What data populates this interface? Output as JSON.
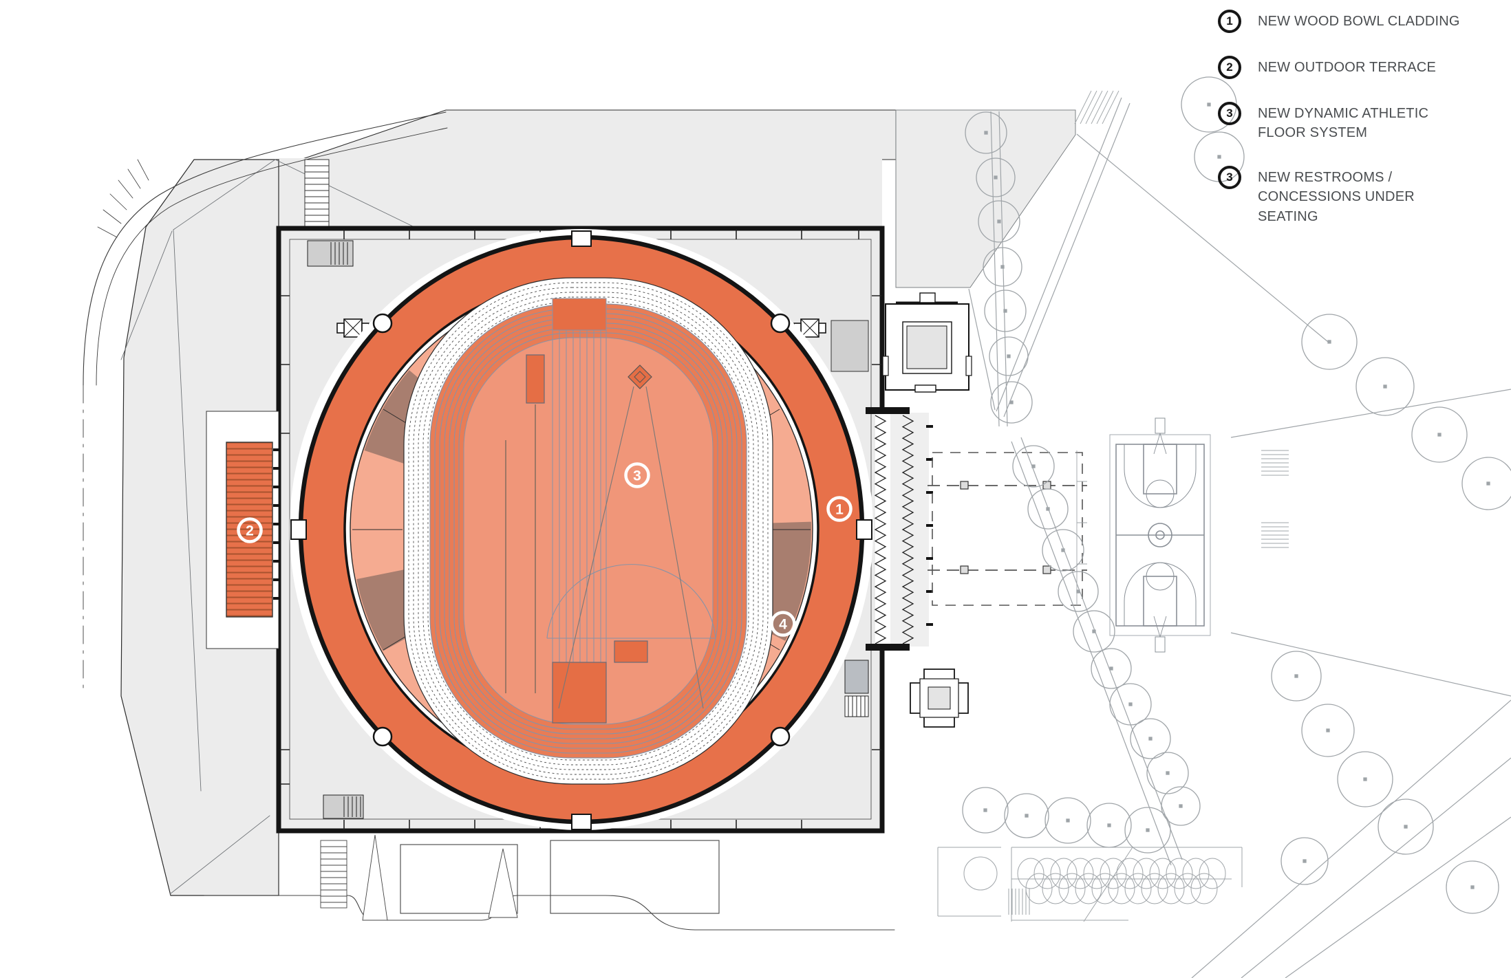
{
  "legend": {
    "items": [
      {
        "number": "1",
        "label": "NEW WOOD BOWL CLADDING"
      },
      {
        "number": "2",
        "label": "NEW OUTDOOR TERRACE"
      },
      {
        "number": "3",
        "label": "NEW DYNAMIC ATHLETIC FLOOR SYSTEM"
      },
      {
        "number": "3",
        "label": "NEW RESTROOMS / CONCESSIONS UNDER SEATING"
      }
    ]
  },
  "plan": {
    "markers": [
      {
        "number": "1"
      },
      {
        "number": "2"
      },
      {
        "number": "3"
      },
      {
        "number": "4"
      }
    ]
  },
  "colors": {
    "bowl_orange": "#E7714A",
    "track_orange": "#E97C55",
    "infield_salmon": "#F09679",
    "field_equipment": "#E56E45",
    "rooms_pink": "#F5AB91",
    "rooms_brown": "#A87E6F",
    "site_gray": "#ECECEC",
    "line_black": "#141414",
    "landscape_gray": "#9FA4A8"
  }
}
